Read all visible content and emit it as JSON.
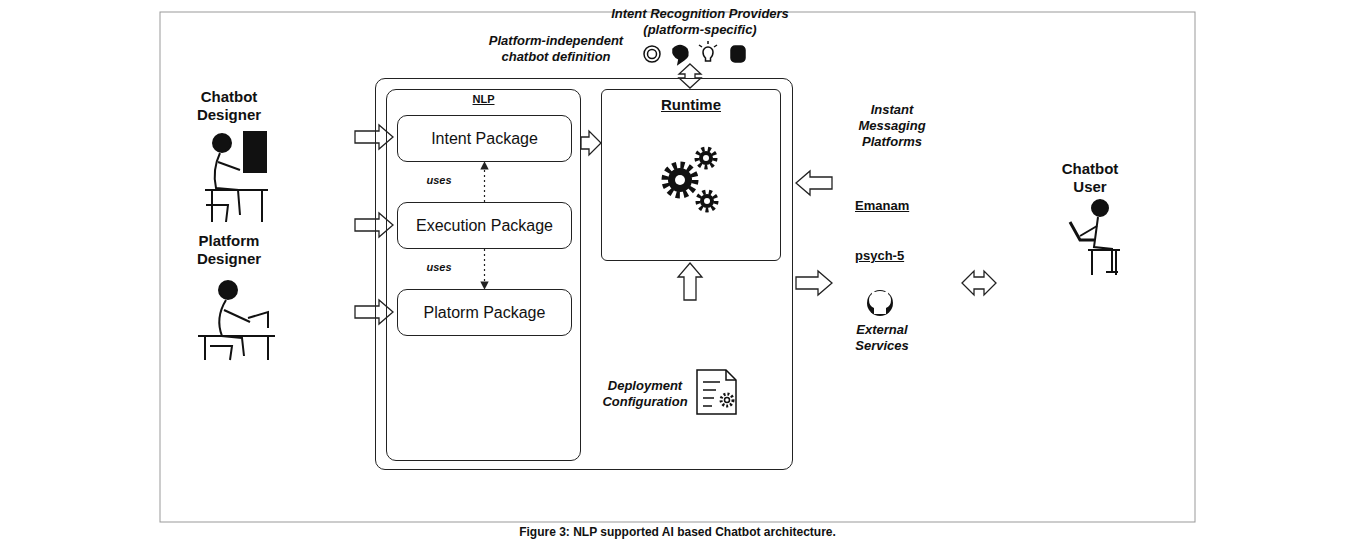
{
  "diagram": {
    "caption": "Figure 3: NLP supported AI based Chatbot architecture.",
    "nodes": [
      {
        "text": [
          "Platform-independent chatbot definition"
        ]
      },
      {
        "text": [
          "NLP"
        ],
        "in": 0
      },
      {
        "text": [
          "Intent Package"
        ],
        "in": 1
      },
      {
        "text": [
          "Execution Package"
        ],
        "in": 1
      },
      {
        "text": [
          "Platorm Package"
        ],
        "in": 1
      },
      {
        "text": [
          "Runtime"
        ],
        "in": 0
      }
    ],
    "edges": [
      {
        "from": 3,
        "to": 2,
        "label": "uses",
        "arrow": "to"
      },
      {
        "from": 3,
        "to": 4,
        "label": "uses",
        "arrow": "to"
      },
      {
        "from": 1,
        "to": 5,
        "arrow": "to"
      }
    ],
    "labels": [
      "Intent Recognition Providers (platform-specific)",
      "Chatbot Designer",
      "Platform Designer",
      "Instant Messaging Platforms",
      "Emanam",
      "psych-5",
      "External Services",
      "Chatbot User",
      "Deployment Configuration"
    ]
  }
}
